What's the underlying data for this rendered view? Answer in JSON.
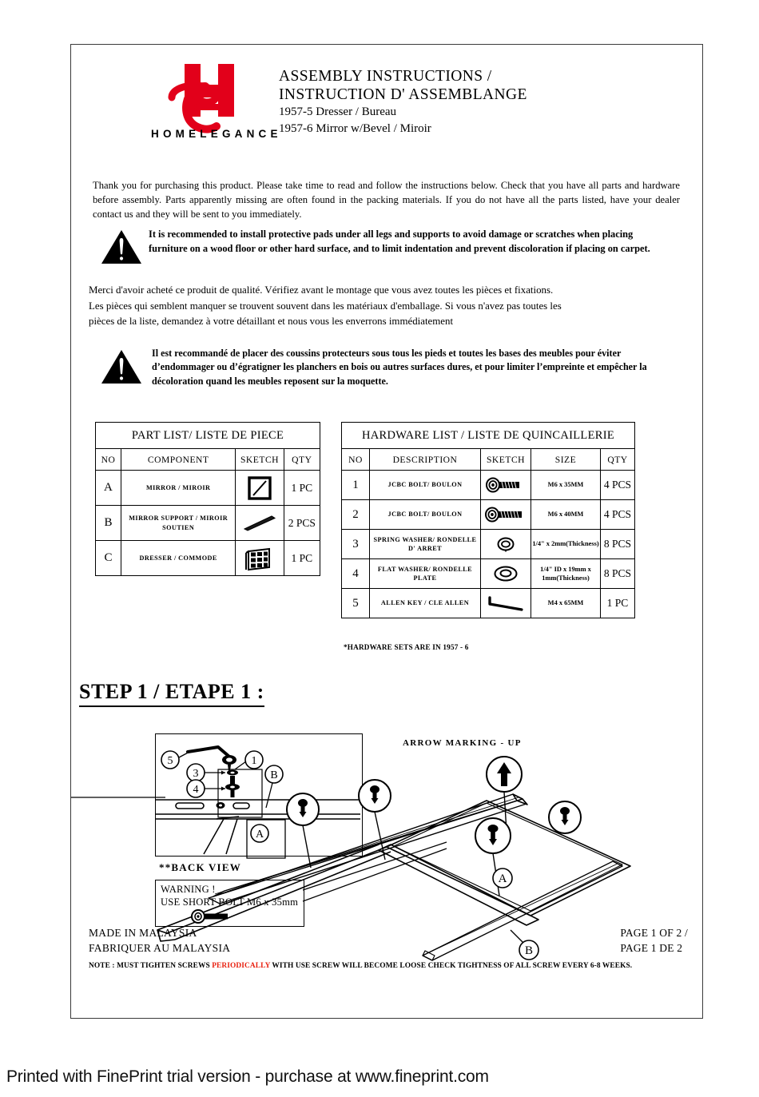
{
  "brand": {
    "name": "HOMELEGANCE"
  },
  "header": {
    "title_line1": "ASSEMBLY   INSTRUCTIONS /",
    "title_line2": "INSTRUCTION    D' ASSEMBLANGE",
    "model_line1": "1957-5  Dresser / Bureau",
    "model_line2": "1957-6 Mirror w/Bevel  / Miroir"
  },
  "intro": {
    "english": "Thank you for purchasing this product. Please take time to read and follow the instructions below. Check that you have all parts and hardware before assembly. Parts apparently missing are often found in the packing materials. If you do not have all the parts listed, have your dealer contact us and they will be sent to you immediately.",
    "french": "Merci d'avoir acheté ce produit de qualité. Vérifiez avant le montage que vous avez toutes les pièces et fixations. Les pièces qui semblent manquer se trouvent souvent dans les matériaux d'emballage. Si vous n'avez pas toutes les pièces de la liste, demandez à votre détaillant et nous vous les enverrons immédiatement"
  },
  "warnings": {
    "english": "It is recommended to install protective pads under all legs and supports to avoid damage or scratches when placing furniture on a wood floor or other hard surface, and to limit indentation and prevent discoloration if placing on carpet.",
    "french": "Il est recommandé de placer des coussins protecteurs sous tous les pieds et toutes les bases des meubles pour éviter d’endommager ou d’égratigner les planchers en bois ou autres surfaces dures, et pour limiter l’empreinte et empêcher   la décoloration quand les meubles reposent sur la moquette."
  },
  "parts_table": {
    "caption": "PART LIST/ LISTE DE PIECE",
    "headers": [
      "NO",
      "COMPONENT",
      "SKETCH",
      "QTY"
    ],
    "rows": [
      {
        "no": "A",
        "component": "MIRROR / MIROIR",
        "sketch": "mirror-icon",
        "qty": "1 PC"
      },
      {
        "no": "B",
        "component": "MIRROR SUPPORT / MIROIR SOUTIEN",
        "sketch": "support-bar-icon",
        "qty": "2 PCS"
      },
      {
        "no": "C",
        "component": "DRESSER / COMMODE",
        "sketch": "dresser-icon",
        "qty": "1 PC"
      }
    ]
  },
  "hardware_table": {
    "caption": "HARDWARE LIST / LISTE DE QUINCAILLERIE",
    "headers": [
      "NO",
      "DESCRIPTION",
      "SKETCH",
      "SIZE",
      "QTY"
    ],
    "rows": [
      {
        "no": "1",
        "description": "JCBC BOLT/ BOULON",
        "sketch": "bolt-icon",
        "size": "M6 x 35MM",
        "qty": "4 PCS"
      },
      {
        "no": "2",
        "description": "JCBC BOLT/ BOULON",
        "sketch": "bolt-icon",
        "size": "M6 x 40MM",
        "qty": "4 PCS"
      },
      {
        "no": "3",
        "description": "SPRING WASHER/ RONDELLE D' ARRET",
        "sketch": "spring-washer-icon",
        "size": "1/4\" x 2mm(Thickness)",
        "qty": "8 PCS"
      },
      {
        "no": "4",
        "description": "FLAT WASHER/ RONDELLE PLATE",
        "sketch": "flat-washer-icon",
        "size": "1/4\" ID x 19mm x 1mm(Thickness)",
        "qty": "8 PCS"
      },
      {
        "no": "5",
        "description": "ALLEN KEY / CLE ALLEN",
        "sketch": "allen-key-icon",
        "size": "M4 x 65MM",
        "qty": "1 PC"
      }
    ],
    "note": "*HARDWARE SETS ARE IN 1957 - 6"
  },
  "step": {
    "title": "STEP 1 / ETAPE 1 :",
    "back_view_label": "**BACK VIEW",
    "arrow_marking_label": "ARROW  MARKING - UP",
    "warning_box_line1": "WARNING !",
    "warning_box_line2": "USE SHORT BOLT M6 x 35mm",
    "callouts": [
      "5",
      "3",
      "4",
      "1",
      "A",
      "B"
    ]
  },
  "footer": {
    "made_in_en": "MADE IN MALAYSIA",
    "made_in_fr": "FABRIQUER AU MALAYSIA",
    "page_en": "PAGE 1 OF 2  /",
    "page_fr": "PAGE 1 DE 2",
    "note_prefix": "NOTE : MUST TIGHTEN SCREWS ",
    "note_red": "PERIODICALLY",
    "note_suffix": " WITH USE SCREW WILL BECOME LOOSE CHECK TIGHTNESS OF ALL SCREW EVERY 6-8 WEEKS."
  },
  "watermark": {
    "text": "Printed with FinePrint trial version - purchase at www.fineprint.com"
  },
  "colors": {
    "logo_red": "#e2001a",
    "note_red": "#e8200f",
    "border": "#3a3a3a"
  }
}
